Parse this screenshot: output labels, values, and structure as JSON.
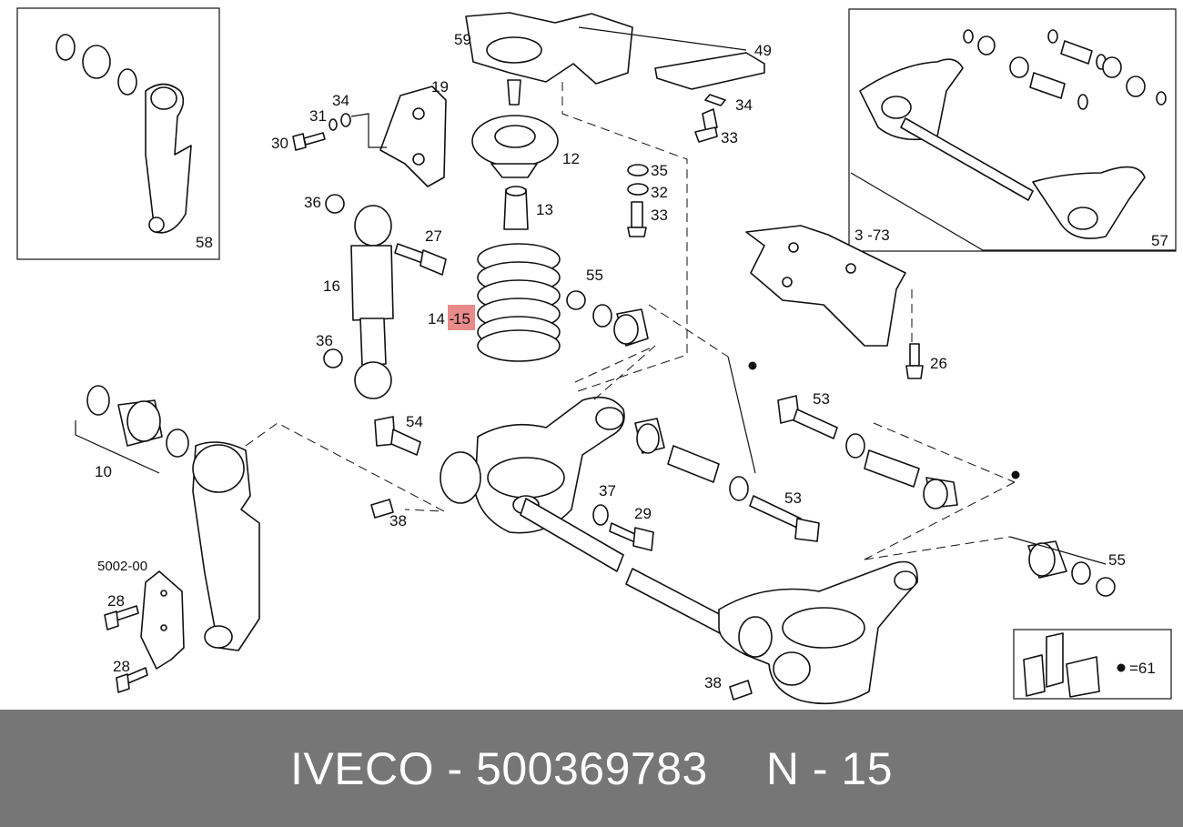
{
  "diagram": {
    "callouts": [
      {
        "id": "c59",
        "text": "59"
      },
      {
        "id": "c49",
        "text": "49"
      },
      {
        "id": "c34a",
        "text": "34"
      },
      {
        "id": "c34b",
        "text": "34"
      },
      {
        "id": "c31",
        "text": "31"
      },
      {
        "id": "c30",
        "text": "30"
      },
      {
        "id": "c19",
        "text": "19"
      },
      {
        "id": "c12",
        "text": "12"
      },
      {
        "id": "c35",
        "text": "35"
      },
      {
        "id": "c32",
        "text": "32"
      },
      {
        "id": "c33a",
        "text": "33"
      },
      {
        "id": "c33b",
        "text": "33"
      },
      {
        "id": "c13",
        "text": "13"
      },
      {
        "id": "c36a",
        "text": "36"
      },
      {
        "id": "c36b",
        "text": "36"
      },
      {
        "id": "c27",
        "text": "27"
      },
      {
        "id": "c16",
        "text": "16"
      },
      {
        "id": "c14",
        "text": "14"
      },
      {
        "id": "c55a",
        "text": "55"
      },
      {
        "id": "c55b",
        "text": "55"
      },
      {
        "id": "c58",
        "text": "58"
      },
      {
        "id": "c57",
        "text": "57"
      },
      {
        "id": "c373",
        "text": "3 -73"
      },
      {
        "id": "c26",
        "text": "26"
      },
      {
        "id": "c53a",
        "text": "53"
      },
      {
        "id": "c53b",
        "text": "53"
      },
      {
        "id": "c54",
        "text": "54"
      },
      {
        "id": "c10",
        "text": "10"
      },
      {
        "id": "c38a",
        "text": "38"
      },
      {
        "id": "c38b",
        "text": "38"
      },
      {
        "id": "c37",
        "text": "37"
      },
      {
        "id": "c29",
        "text": "29"
      },
      {
        "id": "c5002",
        "text": "5002-00"
      },
      {
        "id": "c28a",
        "text": "28"
      },
      {
        "id": "c28b",
        "text": "28"
      },
      {
        "id": "c61",
        "text": "=61"
      }
    ],
    "highlight": {
      "text": "15",
      "color": "#e98b8b"
    }
  },
  "footer": {
    "brand": "IVECO",
    "separator": "-",
    "part_number": "500369783",
    "ref_prefix": "N",
    "ref_separator": "-",
    "ref_number": "15",
    "background": "#767676"
  }
}
